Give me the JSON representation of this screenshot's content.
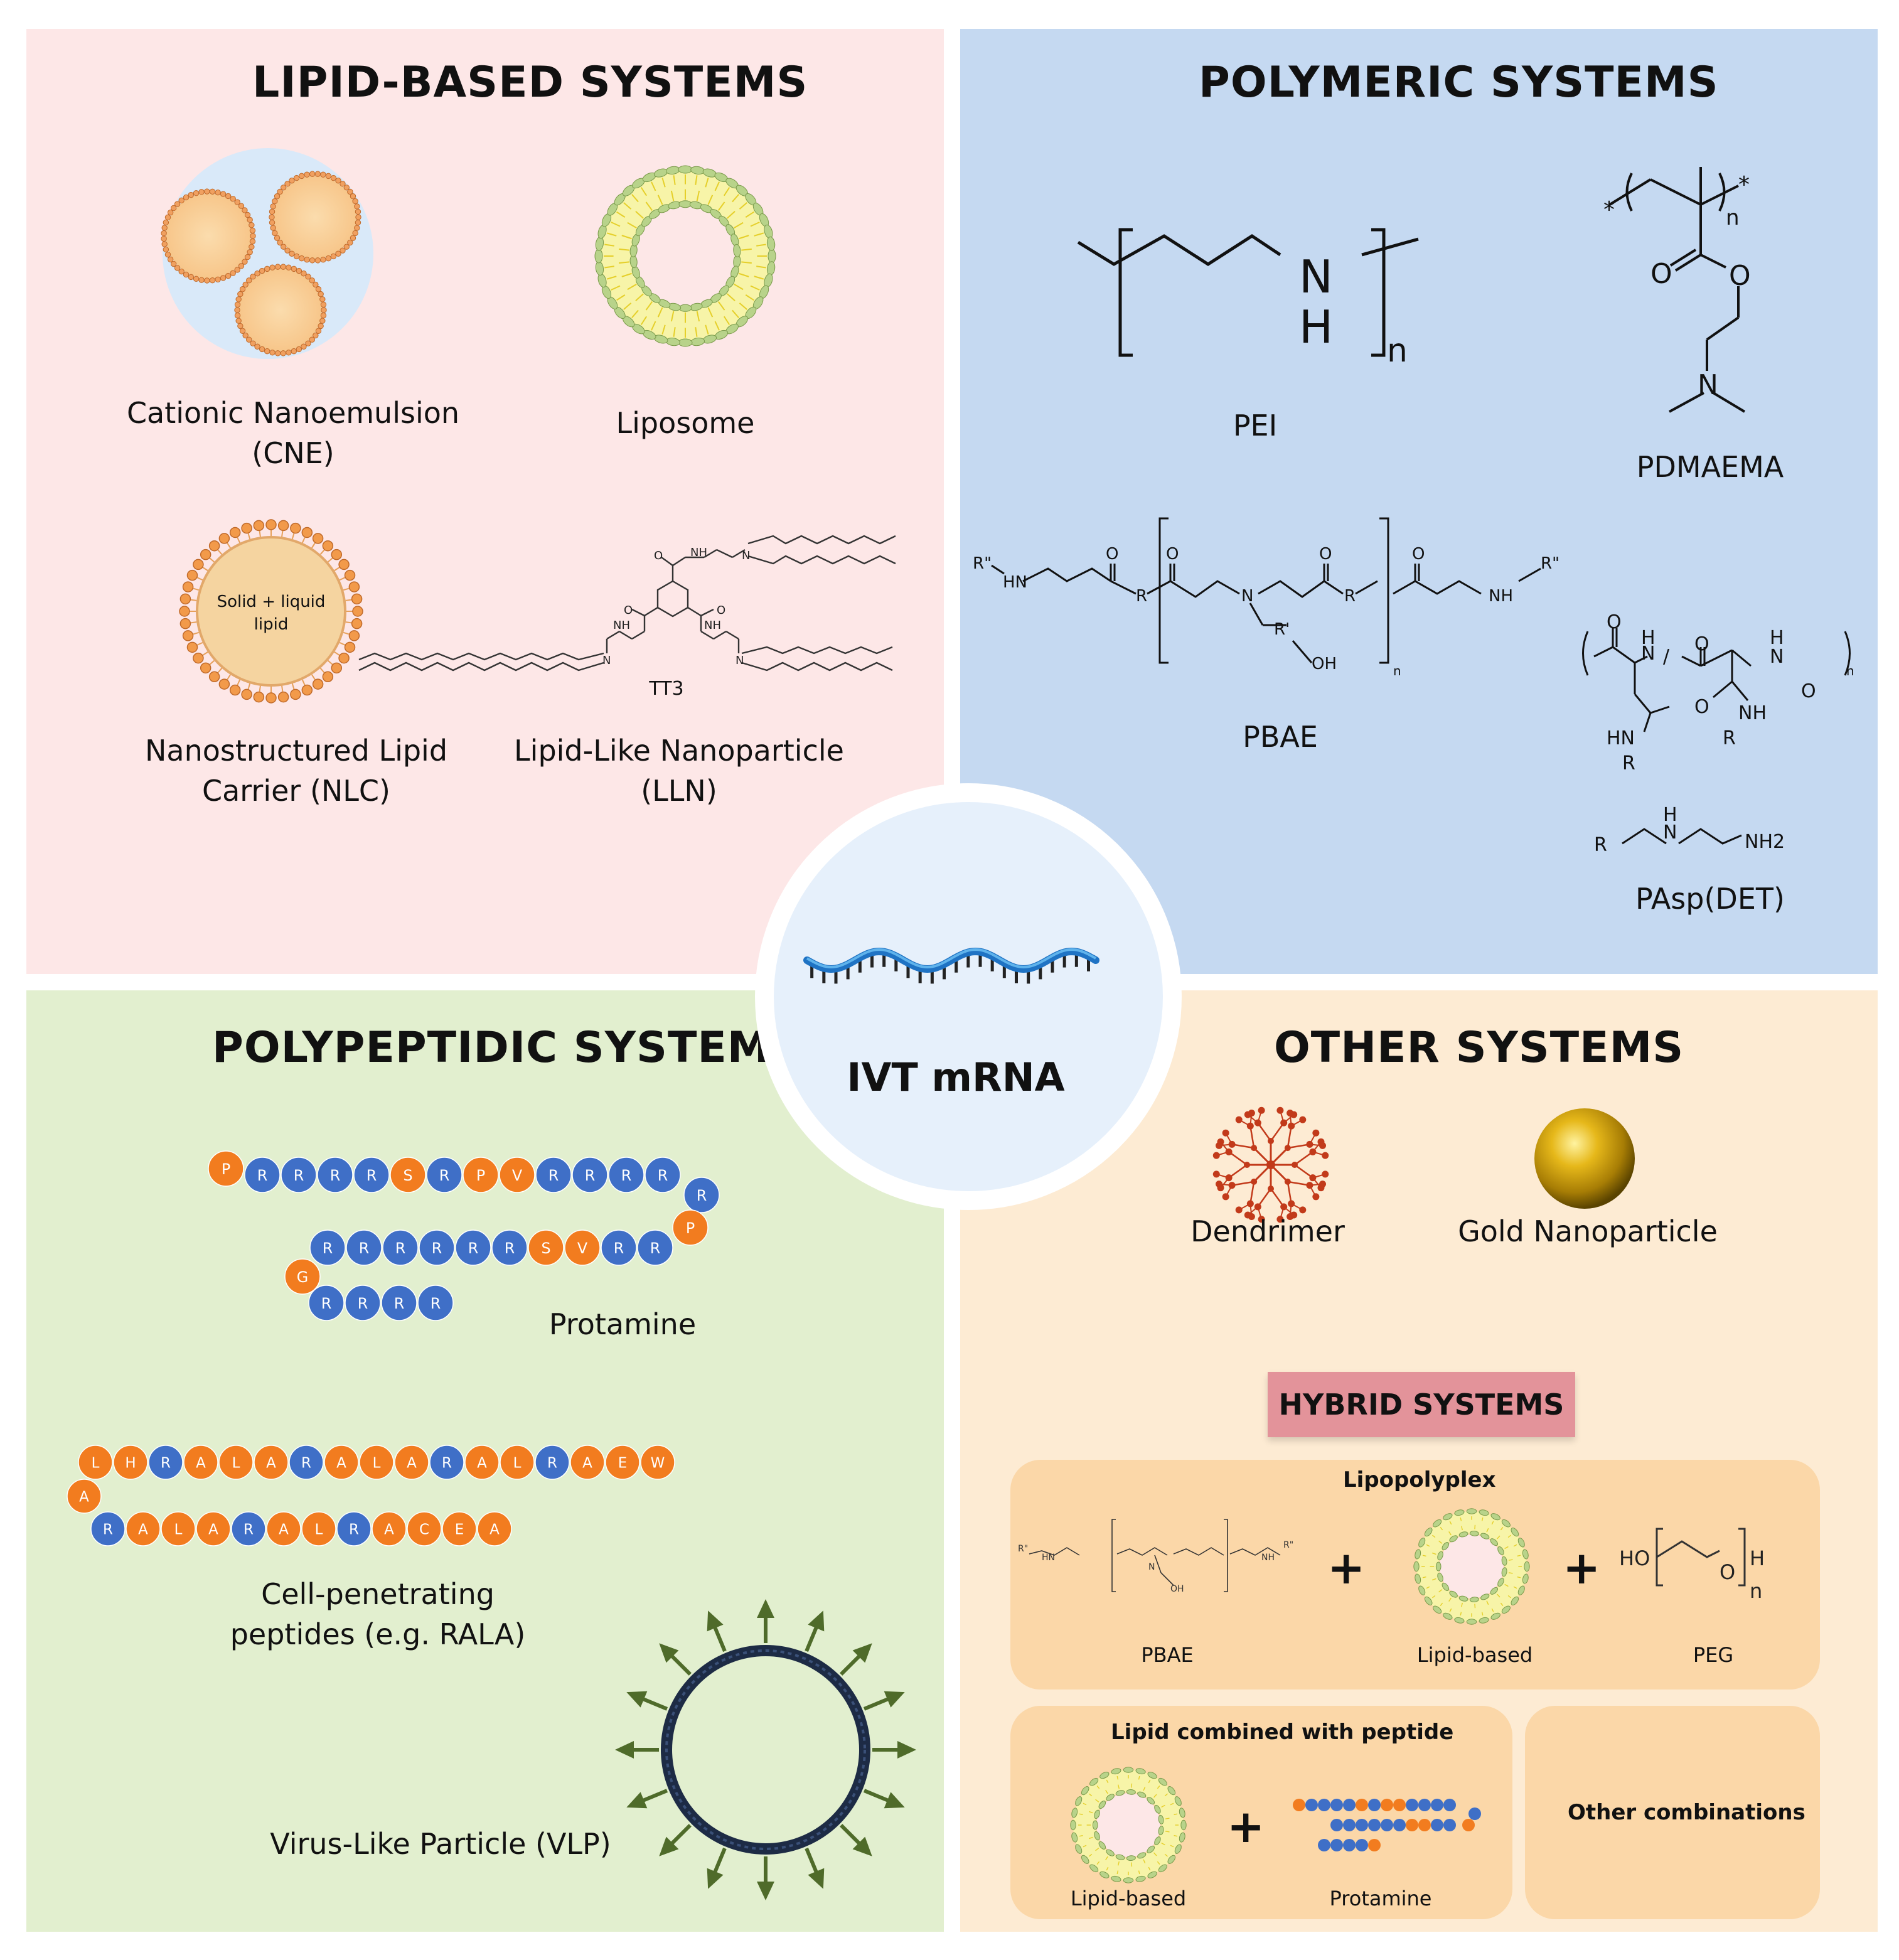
{
  "colors": {
    "lipid_bg": "#fde7e7",
    "polymer_bg": "#c5d9f1",
    "peptide_bg": "#e2efcf",
    "other_bg": "#fdebd3",
    "center_bg": "#e6f0fb",
    "arginine_blue": "#3f6fc7",
    "orange_residue": "#f27c1f",
    "gold": "#d4a20a",
    "dendrimer_red": "#c23a1a",
    "vlp_dark": "#1d2b45",
    "vlp_spike": "#4f6b2a"
  },
  "center": {
    "label": "IVT mRNA",
    "icon": "mrna-strand-icon"
  },
  "lipid": {
    "title": "LIPID-BASED SYSTEMS",
    "cne_label": [
      "Cationic Nanoemulsion",
      "(CNE)"
    ],
    "liposome_label": "Liposome",
    "nlc_label": [
      "Nanostructured Lipid",
      "Carrier (NLC)"
    ],
    "nlc_core": [
      "Solid + liquid",
      "lipid"
    ],
    "lln_label": [
      "Lipid-Like Nanoparticle",
      "(LLN)"
    ],
    "tt3_label": "TT3",
    "tt3_nh": "NH",
    "tt3_o": "O",
    "tt3_n": "N",
    "tt3_h": "H"
  },
  "polymer": {
    "title": "POLYMERIC SYSTEMS",
    "pei_label": "PEI",
    "pei_nh": [
      "N",
      "H"
    ],
    "pei_n": "n",
    "pdmaema_label": "PDMAEMA",
    "pdmaema_atoms": {
      "star": "*",
      "n": "n",
      "o": "O",
      "n_atom": "N"
    },
    "pbae_label": "PBAE",
    "pbae_atoms": {
      "r2": "R\"",
      "hn": "HN",
      "o": "O",
      "r": "R",
      "n": "N",
      "r1": "R'",
      "oh": "OH",
      "nh": "NH",
      "sub_n": "n"
    },
    "pasp_label": "PAsp(DET)",
    "pasp_atoms": {
      "o": "O",
      "h": "H",
      "n": "N",
      "hn": "HN",
      "nh": "NH",
      "r": "R",
      "sub_n": "n",
      "slash": "/"
    },
    "det_atoms": {
      "r": "R",
      "h": "H",
      "n": "N",
      "nh2": "NH2"
    }
  },
  "peptide": {
    "title": "POLYPEPTIDIC SYSTEMS",
    "protamine_label": "Protamine",
    "protamine_row1": [
      "P",
      "R",
      "R",
      "R",
      "R",
      "S",
      "R",
      "P",
      "V",
      "R",
      "R",
      "R",
      "R"
    ],
    "protamine_turn1": [
      "R",
      "P"
    ],
    "protamine_row2": [
      "R",
      "R",
      "R",
      "R",
      "R",
      "R",
      "S",
      "V",
      "R",
      "R"
    ],
    "protamine_turn2": [
      "G"
    ],
    "protamine_row3": [
      "R",
      "R",
      "R",
      "R"
    ],
    "rala_row1": [
      "L",
      "H",
      "R",
      "A",
      "L",
      "A",
      "R",
      "A",
      "L",
      "A",
      "R",
      "A",
      "L",
      "R",
      "A",
      "E",
      "W"
    ],
    "rala_turn": [
      "A"
    ],
    "rala_row2": [
      "R",
      "A",
      "L",
      "A",
      "R",
      "A",
      "L",
      "R",
      "A",
      "C",
      "E",
      "A"
    ],
    "cpp_label": [
      "Cell-penetrating",
      "peptides (e.g. RALA)"
    ],
    "vlp_label": "Virus-Like Particle (VLP)"
  },
  "other": {
    "title": "OTHER SYSTEMS",
    "dendrimer_label": "Dendrimer",
    "gold_label": "Gold Nanoparticle",
    "hybrid_title": "HYBRID SYSTEMS",
    "lipopolyplex": {
      "title": "Lipopolyplex",
      "pbae": "PBAE",
      "lipid": "Lipid-based",
      "peg": "PEG",
      "plus": "+",
      "peg_atoms": {
        "ho": "HO",
        "o": "O",
        "h": "H",
        "n": "n"
      }
    },
    "lipid_peptide": {
      "title": "Lipid combined with peptide",
      "lipid": "Lipid-based",
      "protamine": "Protamine",
      "plus": "+"
    },
    "other_combos": "Other combinations"
  }
}
